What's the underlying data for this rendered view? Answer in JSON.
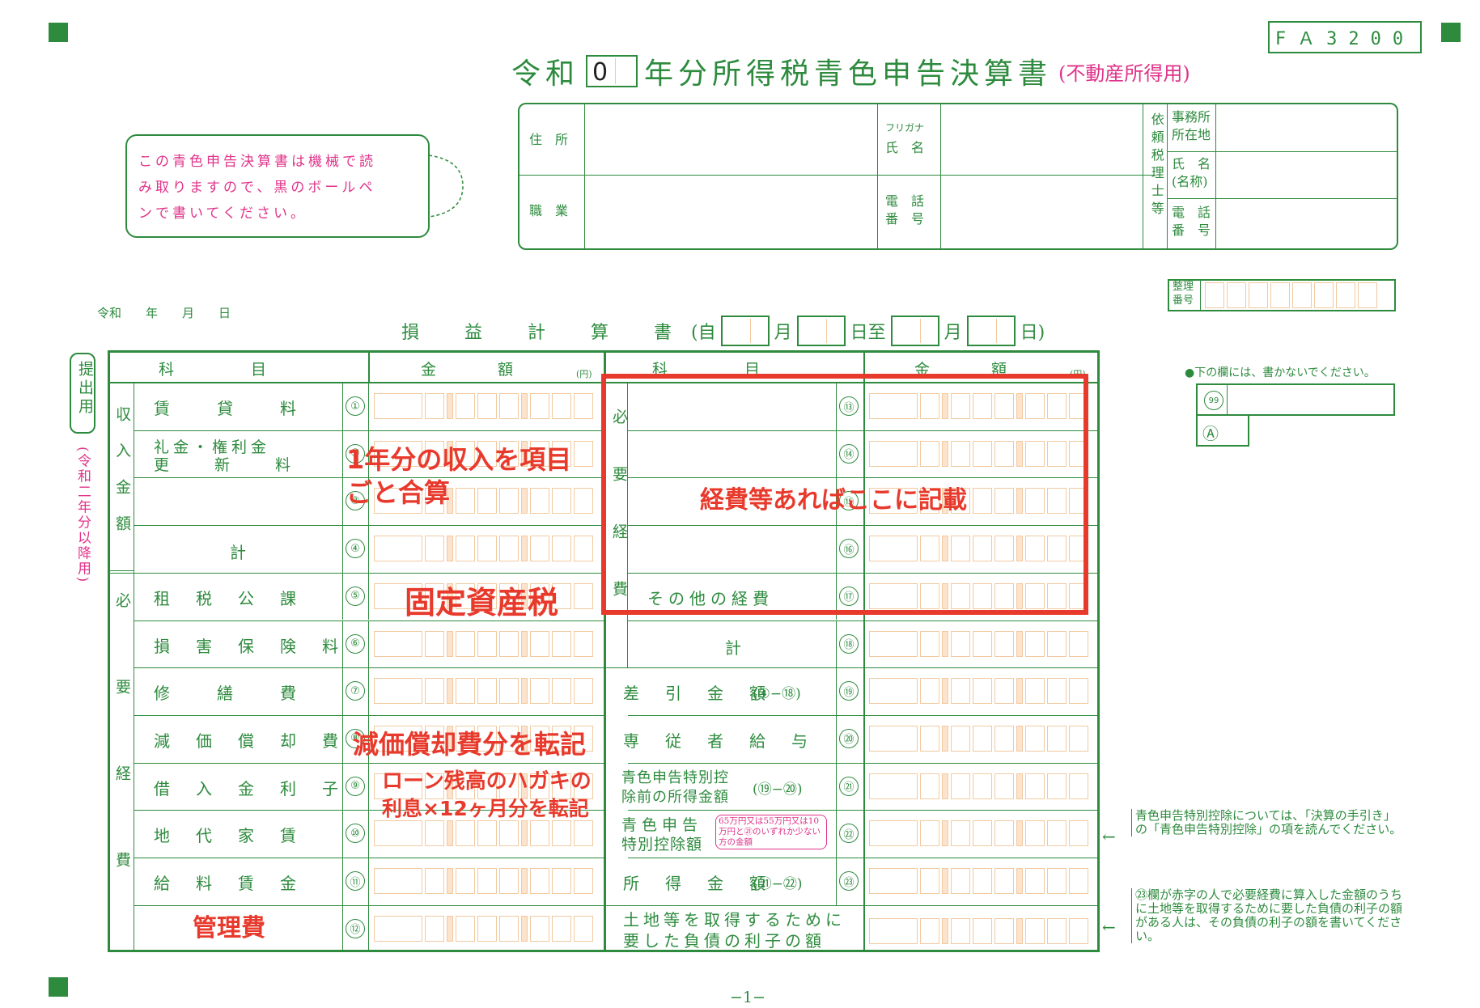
{
  "form_code": "FＡ3200",
  "title": {
    "era": "令和",
    "year_value": "0",
    "main": "年分所得税青色申告決算書",
    "sub": "(不動産所得用)"
  },
  "notice": {
    "line1": "この青色申告決算書は機械で読",
    "line2": "み取りますので、",
    "highlight": "黒のボールペ",
    "line3": "ンで書いてください。"
  },
  "header": {
    "address": "住　所",
    "furigana": "フリガナ",
    "name": "氏　名",
    "occupation": "職　業",
    "phone1": "電　話",
    "phone2": "番　号",
    "agent": "依頼税理士等",
    "office1": "事務所",
    "office2": "所在地",
    "agent_name1": "氏　名",
    "agent_name2": "(名称)",
    "agent_phone1": "電　話",
    "agent_phone2": "番　号",
    "seiri1": "整理",
    "seiri2": "番号"
  },
  "date_line": "令和　　年　　月　　日",
  "pl_title": {
    "title": "損　　益　　計　　算　　書",
    "from": "(自",
    "month": "月",
    "day_to": "日至",
    "month2": "月",
    "day_end": "日)"
  },
  "side_label": "提出用",
  "side_sub": "(令和二年分以降用)",
  "table_headers": {
    "item": "科　　　　　目",
    "amount": "金　　　　額",
    "yen": "(円)"
  },
  "left_groups": {
    "income": "収入金額",
    "expense": "必要経費"
  },
  "left_items": [
    {
      "no": "①",
      "label": "賃　　貸　　料"
    },
    {
      "no": "②",
      "label": "礼金・権利金"
    },
    {
      "no": "③",
      "label": ""
    },
    {
      "no": "④",
      "label": "計"
    },
    {
      "no": "⑤",
      "label": "租　税　公　課"
    },
    {
      "no": "⑥",
      "label": "損　害　保　険　料"
    },
    {
      "no": "⑦",
      "label": "修　　繕　　費"
    },
    {
      "no": "⑧",
      "label": "減　価　償　却　費"
    },
    {
      "no": "⑨",
      "label": "借　入　金　利　子"
    },
    {
      "no": "⑩",
      "label": "地　代　家　賃"
    },
    {
      "no": "⑪",
      "label": "給　料　賃　金"
    },
    {
      "no": "⑫",
      "label": ""
    }
  ],
  "left_item2_sub": "更　　新　　料",
  "right_group": "必要経費",
  "right_items": [
    {
      "no": "⑬",
      "label": ""
    },
    {
      "no": "⑭",
      "label": ""
    },
    {
      "no": "⑮",
      "label": ""
    },
    {
      "no": "⑯",
      "label": ""
    },
    {
      "no": "⑰",
      "label": "その他の経費"
    },
    {
      "no": "⑱",
      "label": "計"
    },
    {
      "no": "⑲",
      "label": "差　引　金　額",
      "formula": "(④−⑱)"
    },
    {
      "no": "⑳",
      "label": "専　従　者　給　与"
    },
    {
      "no": "㉑",
      "label": "青色申告特別控",
      "label2": "除前の所得金額",
      "formula": "(⑲−⑳)"
    },
    {
      "no": "㉒",
      "label": "青色申告",
      "label2": "特別控除額",
      "formula": "65万円又は55万円又は10万円と㉑のいずれか少ない方の金額"
    },
    {
      "no": "㉓",
      "label": "所　得　金　額",
      "formula": "(㉑−㉒)"
    }
  ],
  "last_row": {
    "line1": "土地等を取得するために",
    "line2": "要した負債の利子の額"
  },
  "office_use": {
    "caption": "●下の欄には、書かないでください。",
    "code1": "99",
    "code2": "Ⓐ"
  },
  "side_notes": {
    "note1": "青色申告特別控除については、「決算の手引き」の「青色申告特別控除」の項を読んでください。",
    "note2": "㉓欄が赤字の人で必要経費に算入した金額のうちに土地等を取得するために要した負債の利子の額がある人は、その負債の利子の額を書いてください。"
  },
  "annotations": {
    "income": "1年分の収入を項目",
    "income2": "ごと合算",
    "expense_box": "経費等あればここに記載",
    "tax": "固定資産税",
    "depreciation": "減価償却費分を転記",
    "loan1": "ローン残高のハガキの",
    "loan2": "利息×12ヶ月分を転記",
    "mgmt": "管理費"
  },
  "page_number": "−1−",
  "colors": {
    "form_green": "#2e8b3e",
    "pink": "#e0338a",
    "annotation_red": "#e83a2c",
    "digit_box": "#f2c9a0"
  }
}
